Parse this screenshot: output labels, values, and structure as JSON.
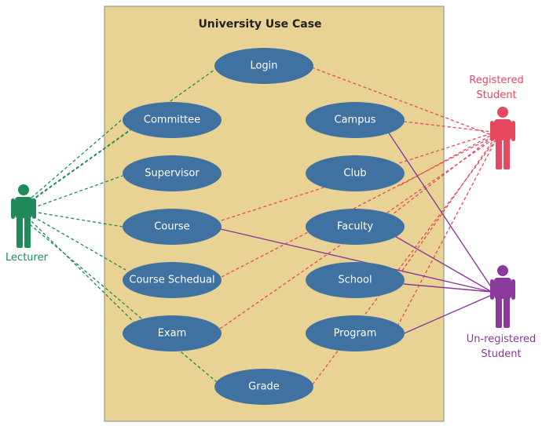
{
  "colors": {
    "system_fill": "#e8d394",
    "system_stroke": "#888888",
    "usecase_fill": "#3f72a1",
    "lecturer": "#1f8a5a",
    "registered": "#e8485f",
    "unregistered": "#8a3a9a"
  },
  "system": {
    "title": "University Use Case"
  },
  "actors": {
    "lecturer": {
      "label": "Lecturer"
    },
    "registered": {
      "label_line1": "Registered",
      "label_line2": "Student"
    },
    "unregistered": {
      "label_line1": "Un-registered",
      "label_line2": "Student"
    }
  },
  "use_cases": {
    "login": "Login",
    "committee": "Committee",
    "supervisor": "Supervisor",
    "course": "Course",
    "course_schedual": "Course Schedual",
    "exam": "Exam",
    "grade": "Grade",
    "campus": "Campus",
    "club": "Club",
    "faculty": "Faculty",
    "school": "School",
    "program": "Program"
  }
}
